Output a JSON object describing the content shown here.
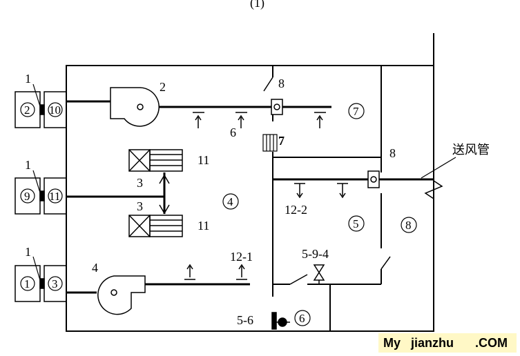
{
  "diagram": {
    "top_mark": "(1)",
    "equipment_numbers": {
      "fan_2": "2",
      "fan_4": "4",
      "coil_3_upper": "3",
      "coil_3_lower": "3",
      "filter_11_upper": "11",
      "filter_11_lower": "11",
      "unit_1_top": "1",
      "unit_1_mid": "1",
      "unit_1_bot": "1",
      "damper_8_top": "8",
      "damper_8_right": "8",
      "item_6": "6",
      "outlet_12_1": "12-1",
      "outlet_12_2": "12-2",
      "valve_5_9_4": "5-9-4",
      "door_5_6": "5-6",
      "sign_7": "7"
    },
    "circled_numbers": {
      "box_top_left": "2",
      "box_top_right": "10",
      "box_mid_left": "9",
      "box_mid_right": "11",
      "box_bot_left": "1",
      "box_bot_right": "3",
      "room_7": "7",
      "room_4": "4",
      "room_5": "5",
      "room_8": "8",
      "room_6": "6"
    },
    "supply_duct_label": "送风管"
  },
  "watermark": {
    "my": "My",
    "jianzhu": "jianzhu",
    "com": ".COM"
  },
  "colors": {
    "line": "#000000",
    "watermark_my": "#e11919",
    "watermark_mid": "#1a8a2e",
    "watermark_com": "#e11919",
    "watermark_bg": "#fff3a0"
  }
}
